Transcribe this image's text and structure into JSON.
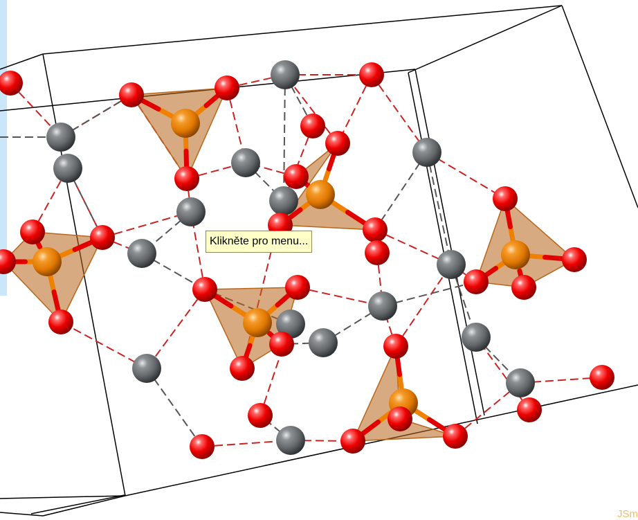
{
  "viewer": {
    "tooltip": "Klikněte pro menu...",
    "watermark": "JSm",
    "colors": {
      "background": "#ffffff",
      "left_strip": "#c9e6fb",
      "tooltip_bg": "#ffffc8",
      "oxygen": "#ee0000",
      "carbon": "#666a6e",
      "phosphorus": "#f08000",
      "polyhedron": "#b8651a",
      "cell_edge": "#000000",
      "hbond_a": "#cc2222",
      "hbond_b": "#555555"
    },
    "icons": [
      "cell-box",
      "polyhedron",
      "atom-ball"
    ]
  }
}
